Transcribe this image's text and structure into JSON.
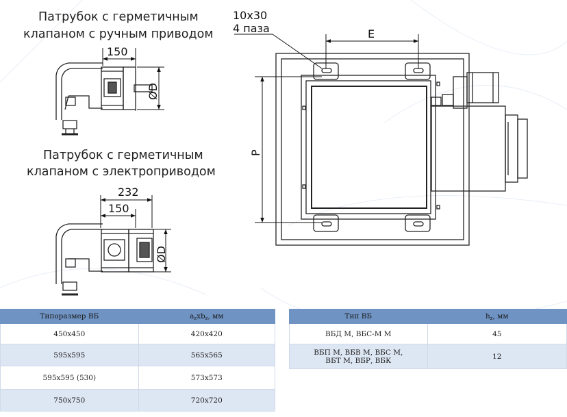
{
  "captions": {
    "manual_line1": "Патрубок с герметичным",
    "manual_line2": "клапаном с ручным приводом",
    "electric_line1": "Патрубок с герметичным",
    "electric_line2": "клапаном с электроприводом"
  },
  "dimensions": {
    "manual_length": "150",
    "manual_diameter": "ØD",
    "electric_total": "232",
    "electric_length": "150",
    "electric_diameter": "ØD",
    "slots_size": "10x30",
    "slots_count": "4 паза",
    "e_label": "E",
    "p_label": "P"
  },
  "table_left": {
    "col1_header": "Типоразмер ВБ",
    "col2_header_main": "a",
    "col2_header_sub1": "z",
    "col2_header_mid": "xb",
    "col2_header_sub2": "z",
    "col2_header_unit": ", мм",
    "rows": [
      {
        "size": "450x450",
        "dims": "420x420"
      },
      {
        "size": "595x595",
        "dims": "565x565"
      },
      {
        "size": "595x595 (530)",
        "dims": "573x573"
      },
      {
        "size": "750x750",
        "dims": "720x720"
      }
    ]
  },
  "table_right": {
    "col1_header": "Тип ВБ",
    "col2_header_main": "h",
    "col2_header_sub": "z",
    "col2_header_unit": ", мм",
    "rows": [
      {
        "type_line1": "ВБД М, ВБС-М М",
        "type_line2": "",
        "value": "45"
      },
      {
        "type_line1": "ВБП М, ВБВ М, ВБС М,",
        "type_line2": "ВБТ М, ВБР, ВБК",
        "value": "12"
      }
    ]
  }
}
